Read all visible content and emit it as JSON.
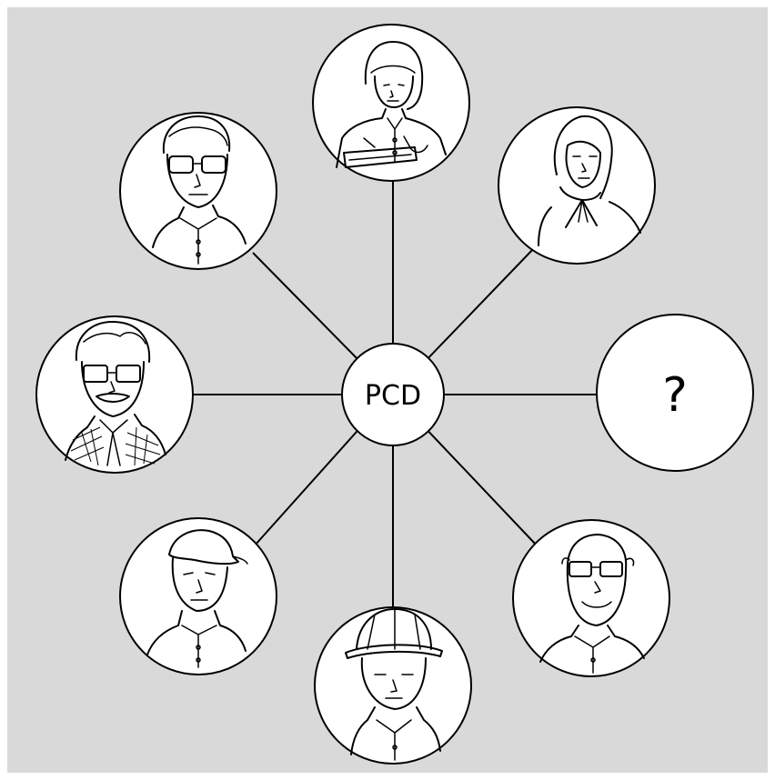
{
  "diagram": {
    "background": "#d9d9d9",
    "line_color": "#000000",
    "center": {
      "label": "PCD"
    },
    "nodes": [
      {
        "name": "person-writing-woman",
        "label": ""
      },
      {
        "name": "person-headscarf-woman",
        "label": ""
      },
      {
        "name": "unknown-person",
        "label": "?"
      },
      {
        "name": "person-elderly-man",
        "label": ""
      },
      {
        "name": "person-pith-helmet",
        "label": ""
      },
      {
        "name": "person-cap-man",
        "label": ""
      },
      {
        "name": "person-mustache-man",
        "label": ""
      },
      {
        "name": "person-glasses-young-man",
        "label": ""
      }
    ]
  }
}
